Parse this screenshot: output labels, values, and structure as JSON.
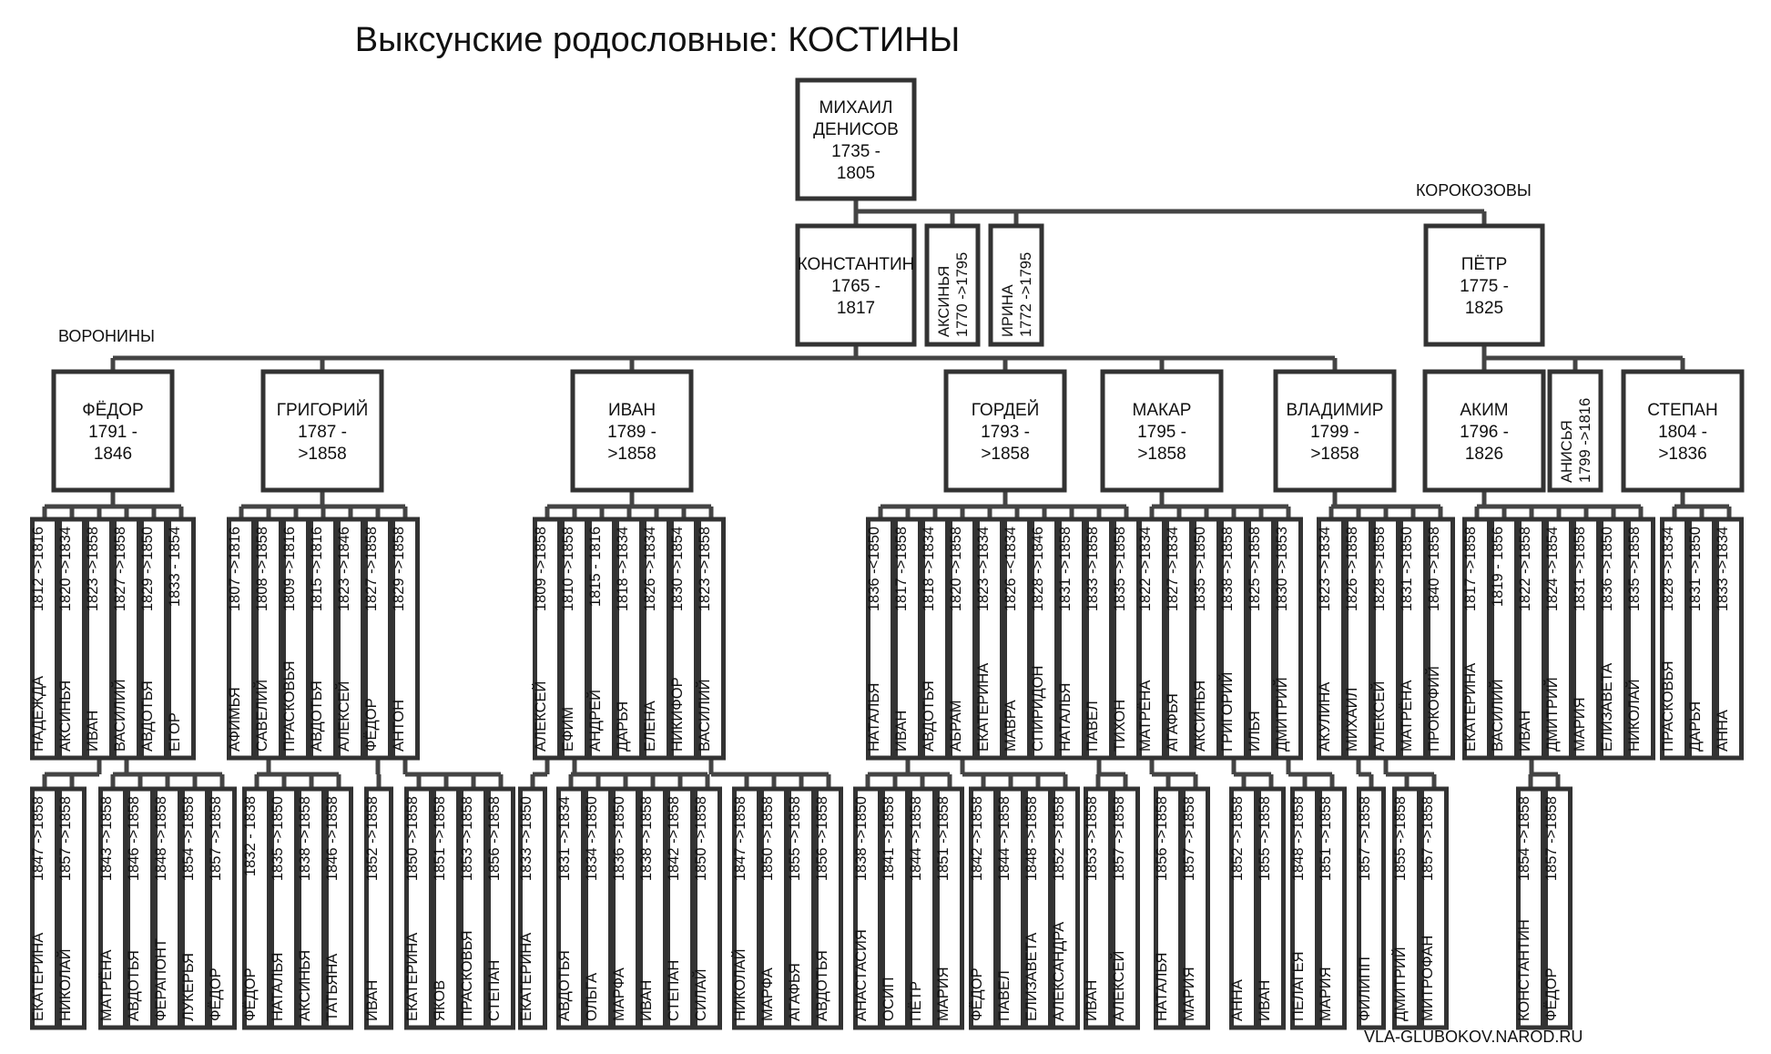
{
  "title": "Выксунские родословные: КОСТИНЫ",
  "labels": {
    "voronin": "ВОРОНИНЫ",
    "korokozov": "КОРОКОЗОВЫ"
  },
  "watermark": "VLA-GLUBOKOV.NAROD.RU",
  "root": {
    "id": "mikhail",
    "lines": [
      "МИХАИЛ",
      "ДЕНИСОВ",
      "1735 -",
      "1805"
    ]
  },
  "gen1": [
    {
      "id": "konstantin",
      "lines": [
        "КОНСТАНТИН",
        "1765 -",
        "1817"
      ]
    },
    {
      "id": "aksinya",
      "vlines": [
        "АКСИНЬЯ",
        "1770 ->1795"
      ]
    },
    {
      "id": "irina",
      "vlines": [
        "ИРИНА",
        "1772 ->1795"
      ]
    },
    {
      "id": "petr",
      "lines": [
        "ПЁТР",
        "1775 -",
        "1825"
      ]
    }
  ],
  "gen2": [
    {
      "id": "fedor",
      "lines": [
        "ФЁДОР",
        "1791 -",
        "1846"
      ]
    },
    {
      "id": "grigoriy",
      "lines": [
        "ГРИГОРИЙ",
        "1787 -",
        ">1858"
      ]
    },
    {
      "id": "ivan",
      "lines": [
        "ИВАН",
        "1789 -",
        ">1858"
      ]
    },
    {
      "id": "gordey",
      "lines": [
        "ГОРДЕЙ",
        "1793 -",
        ">1858"
      ]
    },
    {
      "id": "makar",
      "lines": [
        "МАКАР",
        "1795 -",
        ">1858"
      ]
    },
    {
      "id": "vladimir",
      "lines": [
        "ВЛАДИМИР",
        "1799 -",
        ">1858"
      ]
    },
    {
      "id": "akim",
      "lines": [
        "АКИМ",
        "1796 -",
        "1826"
      ]
    },
    {
      "id": "anisya",
      "vlines": [
        "АНИСЬЯ",
        "1799 ->1816"
      ]
    },
    {
      "id": "stepan",
      "lines": [
        "СТЕПАН",
        "1804 -",
        ">1836"
      ]
    }
  ],
  "gen3": [
    {
      "group": "fedor",
      "children": [
        {
          "name": "НАДЕЖДА",
          "dates": "1812 ->1816"
        },
        {
          "name": "АКСИНЬЯ",
          "dates": "1820 ->1834"
        },
        {
          "name": "ИВАН",
          "dates": "1823 ->1858"
        },
        {
          "name": "ВАСИЛИЙ",
          "dates": "1827 ->1858"
        },
        {
          "name": "АВДОТЬЯ",
          "dates": "1829 ->1850"
        },
        {
          "name": "ЕГОР",
          "dates": "1833 - 1854"
        }
      ]
    },
    {
      "group": "grigoriy",
      "children": [
        {
          "name": "АФИМЬЯ",
          "dates": "1807 ->1816"
        },
        {
          "name": "САВЕЛИЙ",
          "dates": "1808 ->1858"
        },
        {
          "name": "ПРАСКОВЬЯ",
          "dates": "1809 ->1816"
        },
        {
          "name": "АВДОТЬЯ",
          "dates": "1815 ->1816"
        },
        {
          "name": "АЛЕКСЕЙ",
          "dates": "1823 ->1846"
        },
        {
          "name": "ФЁДОР",
          "dates": "1827 ->1858"
        },
        {
          "name": "АНТОН",
          "dates": "1829 ->1858"
        }
      ]
    },
    {
      "group": "ivan",
      "children": [
        {
          "name": "АЛЕКСЕЙ",
          "dates": "1809 ->1858"
        },
        {
          "name": "ЕФИМ",
          "dates": "1810 ->1858"
        },
        {
          "name": "АНДРЕЙ",
          "dates": "1815 - 1816"
        },
        {
          "name": "ДАРЬЯ",
          "dates": "1818 ->1834"
        },
        {
          "name": "ЕЛЕНА",
          "dates": "1826 ->1834"
        },
        {
          "name": "НИКИФОР",
          "dates": "1830 ->1854"
        },
        {
          "name": "ВАСИЛИЙ",
          "dates": "1823 ->1858"
        }
      ]
    },
    {
      "group": "gordey",
      "children": [
        {
          "name": "НАТАЛЬЯ",
          "dates": "1836 -<1850"
        },
        {
          "name": "ИВАН",
          "dates": "1817 ->1858"
        },
        {
          "name": "АВДОТЬЯ",
          "dates": "1818 ->1834"
        },
        {
          "name": "АБРАМ",
          "dates": "1820 ->1858"
        },
        {
          "name": "ЕКАТЕРИНА",
          "dates": "1823 ->1834"
        },
        {
          "name": "МАВРА",
          "dates": "1826 -<1834"
        },
        {
          "name": "СПИРИДОН",
          "dates": "1828 ->1846"
        },
        {
          "name": "НАТАЛЬЯ",
          "dates": "1831 ->1858"
        },
        {
          "name": "ПАВЕЛ",
          "dates": "1833 ->1858"
        },
        {
          "name": "ТИХОН",
          "dates": "1835 ->1858"
        }
      ]
    },
    {
      "group": "makar",
      "children": [
        {
          "name": "МАТРЁНА",
          "dates": "1822 ->1834"
        },
        {
          "name": "АГАФЬЯ",
          "dates": "1827 ->1834"
        },
        {
          "name": "АКСИНЬЯ",
          "dates": "1835 ->1850"
        },
        {
          "name": "ГРИГОРИЙ",
          "dates": "1838 ->1858"
        },
        {
          "name": "ИЛЬЯ",
          "dates": "1825 ->1858"
        },
        {
          "name": "ДМИТРИЙ",
          "dates": "1830 ->1853"
        }
      ]
    },
    {
      "group": "vladimir",
      "children": [
        {
          "name": "АКУЛИНА",
          "dates": "1823 ->1834"
        },
        {
          "name": "МИХАИЛ",
          "dates": "1826 ->1858"
        },
        {
          "name": "АЛЕКСЕЙ",
          "dates": "1828 ->1858"
        },
        {
          "name": "МАТРЁНА",
          "dates": "1831 ->1850"
        },
        {
          "name": "ПРОКОФИЙ",
          "dates": "1840 ->1858"
        }
      ]
    },
    {
      "group": "akim",
      "children": [
        {
          "name": "ЕКАТЕРИНА",
          "dates": "1817 ->1858"
        },
        {
          "name": "ВАСИЛИЙ",
          "dates": "1819 - 1856"
        },
        {
          "name": "ИВАН",
          "dates": "1822 ->1858"
        },
        {
          "name": "ДМИТРИЙ",
          "dates": "1824 ->1854"
        },
        {
          "name": "МАРИЯ",
          "dates": "1831 ->1858"
        },
        {
          "name": "ЕЛИЗАВЕТА",
          "dates": "1836 ->1850"
        },
        {
          "name": "НИКОЛАЙ",
          "dates": "1835 ->1858"
        }
      ]
    },
    {
      "group": "stepan",
      "children": [
        {
          "name": "ПРАСКОВЬЯ",
          "dates": "1828 ->1834"
        },
        {
          "name": "ДАРЬЯ",
          "dates": "1831 ->1850"
        },
        {
          "name": "АННА",
          "dates": "1833 ->1834"
        }
      ]
    }
  ],
  "gen4": [
    {
      "parent": "fedor.ИВАН",
      "children": [
        {
          "name": "ЕКАТЕРИНА",
          "dates": "1847 ->1858"
        },
        {
          "name": "НИКОЛАЙ",
          "dates": "1857 ->1858"
        }
      ]
    },
    {
      "parent": "fedor.ВАСИЛИЙ",
      "children": [
        {
          "name": "МАТРЁНА",
          "dates": "1843 ->1858"
        },
        {
          "name": "АВДОТЬЯ",
          "dates": "1846 ->1858"
        },
        {
          "name": "ФЕРАПОНТ",
          "dates": "1848 ->1858"
        },
        {
          "name": "ЛУКЕРЬЯ",
          "dates": "1854 ->1858"
        },
        {
          "name": "ФЁДОР",
          "dates": "1857 ->1858"
        }
      ]
    },
    {
      "parent": "grigoriy.САВЕЛИЙ",
      "children": [
        {
          "name": "ФЁДОР",
          "dates": "1832 - 1838"
        },
        {
          "name": "НАТАЛЬЯ",
          "dates": "1835 ->1850"
        },
        {
          "name": "АКСИНЬЯ",
          "dates": "1838 ->1858"
        },
        {
          "name": "ТАТЬЯНА",
          "dates": "1846 ->1858"
        }
      ]
    },
    {
      "parent": "grigoriy.ФЁДОР",
      "children": [
        {
          "name": "ИВАН",
          "dates": "1852 ->1858"
        }
      ]
    },
    {
      "parent": "grigoriy.АНТОН",
      "children": [
        {
          "name": "ЕКАТЕРИНА",
          "dates": "1850 ->1858"
        },
        {
          "name": "ЯКОВ",
          "dates": "1851 ->1858"
        },
        {
          "name": "ПРАСКОВЬЯ",
          "dates": "1853 ->1858"
        },
        {
          "name": "СТЕПАН",
          "dates": "1856 ->1858"
        }
      ]
    },
    {
      "parent": "ivan.АЛЕКСЕЙ",
      "children": [
        {
          "name": "ЕКАТЕРИНА",
          "dates": "1833 ->1850"
        }
      ]
    },
    {
      "parent": "ivan.ЕФИМ",
      "children": [
        {
          "name": "АВДОТЬЯ",
          "dates": "1831 ->1834"
        },
        {
          "name": "ОЛЬГА",
          "dates": "1834 ->1850"
        },
        {
          "name": "МАРФА",
          "dates": "1836 ->1850"
        },
        {
          "name": "ИВАН",
          "dates": "1838 ->1858"
        },
        {
          "name": "СТЕПАН",
          "dates": "1842 ->1858"
        },
        {
          "name": "СИЛАЙ",
          "dates": "1850 ->1858"
        }
      ]
    },
    {
      "parent": "ivan.ВАСИЛИЙ",
      "children": [
        {
          "name": "НИКОЛАЙ",
          "dates": "1847 ->1858"
        },
        {
          "name": "МАРФА",
          "dates": "1850 ->1858"
        },
        {
          "name": "АГАФЬЯ",
          "dates": "1855 ->1858"
        },
        {
          "name": "АВДОТЬЯ",
          "dates": "1856 ->1858"
        }
      ]
    },
    {
      "parent": "gordey.ИВАН",
      "children": [
        {
          "name": "АНАСТАСИЯ",
          "dates": "1838 ->1850"
        },
        {
          "name": "ОСИП",
          "dates": "1841 ->1858"
        },
        {
          "name": "ПЁТР",
          "dates": "1844 ->1858"
        },
        {
          "name": "МАРИЯ",
          "dates": "1851 ->1858"
        }
      ]
    },
    {
      "parent": "gordey.АБРАМ",
      "children": [
        {
          "name": "ФЁДОР",
          "dates": "1842 ->1858"
        },
        {
          "name": "ПАВЕЛ",
          "dates": "1844 ->1858"
        },
        {
          "name": "ЕЛИЗАВЕТА",
          "dates": "1848 ->1858"
        },
        {
          "name": "АЛЕКСАНДРА",
          "dates": "1852 ->1858"
        }
      ]
    },
    {
      "parent": "gordey.ПАВЕЛ",
      "children": [
        {
          "name": "ИВАН",
          "dates": "1853 ->1858"
        },
        {
          "name": "АЛЕКСЕЙ",
          "dates": "1857 ->1858"
        }
      ]
    },
    {
      "parent": "makar.МАТРЁНА",
      "children": [
        {
          "name": "НАТАЛЬЯ",
          "dates": "1856 ->1858"
        },
        {
          "name": "МАРИЯ",
          "dates": "1857 ->1858"
        }
      ]
    },
    {
      "parent": "makar.ГРИГОРИЙ",
      "children": [
        {
          "name": "АННА",
          "dates": "1852 ->1858"
        },
        {
          "name": "ИВАН",
          "dates": "1855 ->1858"
        }
      ]
    },
    {
      "parent": "makar.ДМИТРИЙ",
      "children": [
        {
          "name": "ПЕЛАГЕЯ",
          "dates": "1848 ->1858"
        },
        {
          "name": "МАРИЯ",
          "dates": "1851 ->1858"
        }
      ]
    },
    {
      "parent": "vladimir.МИХАИЛ",
      "children": [
        {
          "name": "ФИЛИПП",
          "dates": "1857 ->1858"
        }
      ]
    },
    {
      "parent": "vladimir.АЛЕКСЕЙ",
      "children": [
        {
          "name": "ДМИТРИЙ",
          "dates": "1855 ->1858"
        },
        {
          "name": "МИТРОФАН",
          "dates": "1857 ->1858"
        }
      ]
    },
    {
      "parent": "akim.ИВАН",
      "children": [
        {
          "name": "КОНСТАНТИН",
          "dates": "1854 ->1858"
        },
        {
          "name": "ФЁДОР",
          "dates": "1857 ->1858"
        }
      ]
    }
  ]
}
